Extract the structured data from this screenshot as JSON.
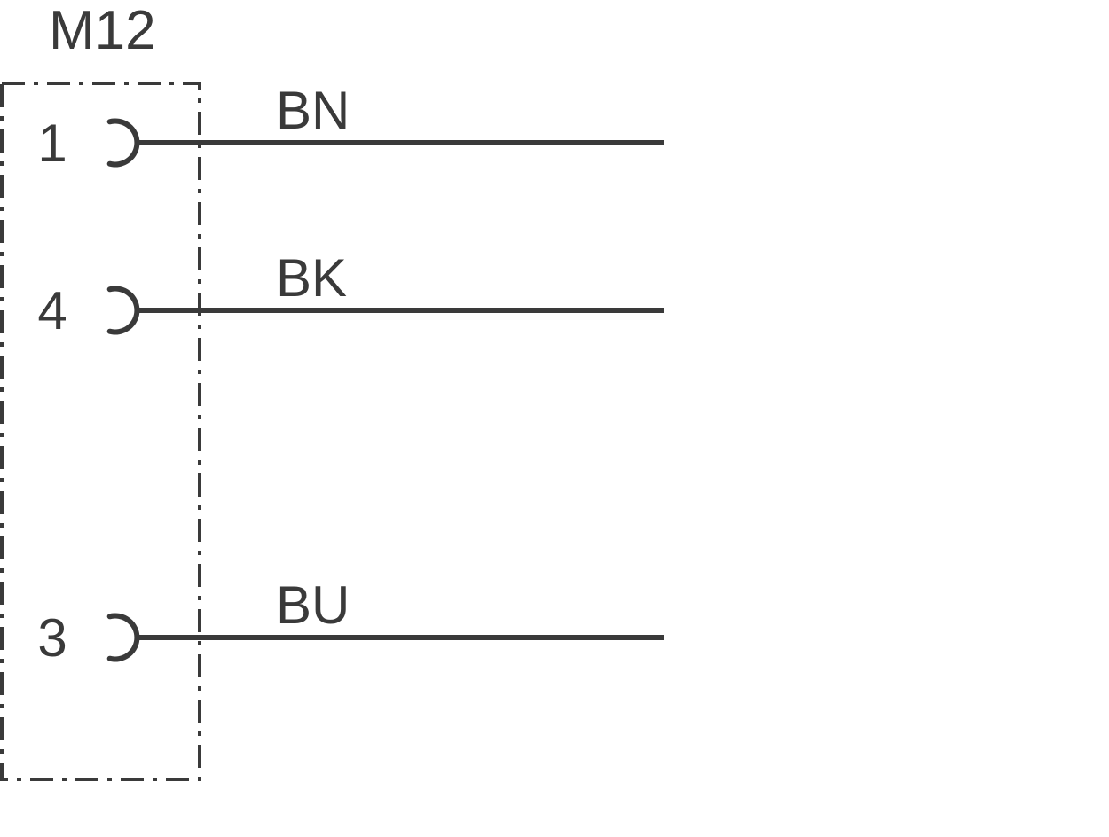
{
  "page": {
    "background_color": "#ffffff",
    "ink_color": "#3a3a3a"
  },
  "diagram": {
    "type": "connector-pinout-wiring-diagram",
    "title": "M12",
    "pins": [
      {
        "number": "1",
        "wire_label": "BN"
      },
      {
        "number": "4",
        "wire_label": "BK"
      },
      {
        "number": "3",
        "wire_label": "BU"
      }
    ]
  }
}
